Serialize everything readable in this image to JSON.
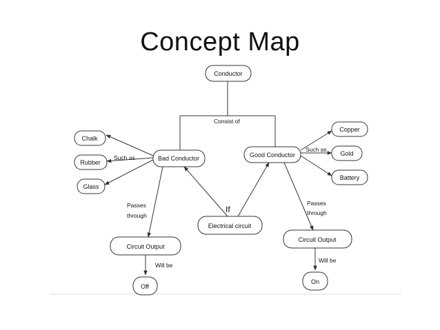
{
  "slide": {
    "title": "Concept Map"
  },
  "diagram": {
    "nodes": {
      "conductor": "Conductor",
      "bad_conductor": "Bad Conductor",
      "good_conductor": "Good Conductor",
      "chalk": "Chalk",
      "rubber": "Rubber",
      "glass": "Glass",
      "copper": "Copper",
      "gold": "Gold",
      "battery": "Battery",
      "electrical_circuit": "Electrical circuit",
      "circuit_output_left": "Circuit Output",
      "circuit_output_right": "Circuit Output",
      "off": "Off",
      "on": "On"
    },
    "labels": {
      "consist_of": "Consist of",
      "such_as_left": "Such as",
      "such_as_right": "Such as",
      "passes_left_1": "Passes",
      "passes_left_2": "through",
      "passes_right_1": "Passes",
      "passes_right_2": "through",
      "if": "If",
      "will_be_left": "Will be",
      "will_be_right": "Will be"
    }
  }
}
